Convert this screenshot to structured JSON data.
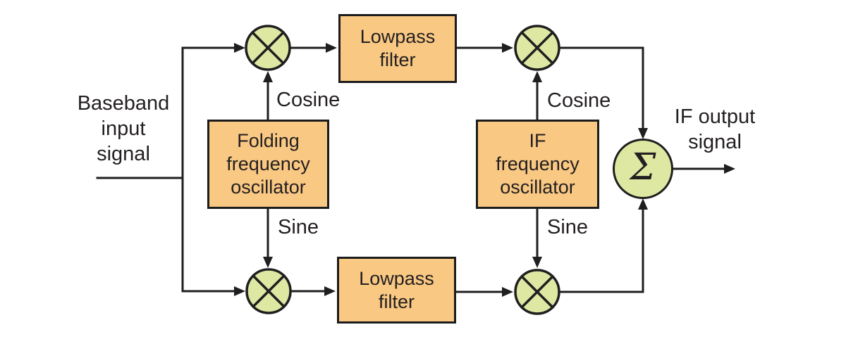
{
  "colors": {
    "background": "#ffffff",
    "box_fill": "#f9c883",
    "box_border": "#1c1c1c",
    "circle_fill": "#dee8a3",
    "line_color": "#1f1f1f",
    "text_color": "#231f20"
  },
  "nodes": {
    "baseband_input": {
      "lines": [
        "Baseband",
        "input",
        "signal"
      ]
    },
    "folding_oscillator": {
      "lines": [
        "Folding",
        "frequency",
        "oscillator"
      ]
    },
    "lowpass_filter_top": {
      "lines": [
        "Lowpass",
        "filter"
      ]
    },
    "if_oscillator": {
      "lines": [
        "IF",
        "frequency",
        "oscillator"
      ]
    },
    "lowpass_filter_bottom": {
      "lines": [
        "Lowpass",
        "filter"
      ]
    },
    "summer": {
      "symbol": "Σ"
    },
    "if_output": {
      "lines": [
        "IF output",
        "signal"
      ]
    }
  },
  "wire_labels": {
    "folding_cosine": "Cosine",
    "folding_sine": "Sine",
    "if_cosine": "Cosine",
    "if_sine": "Sine"
  },
  "icons": {
    "multiplier": "circle-with-x-mixer",
    "summer": "sigma-sum"
  }
}
